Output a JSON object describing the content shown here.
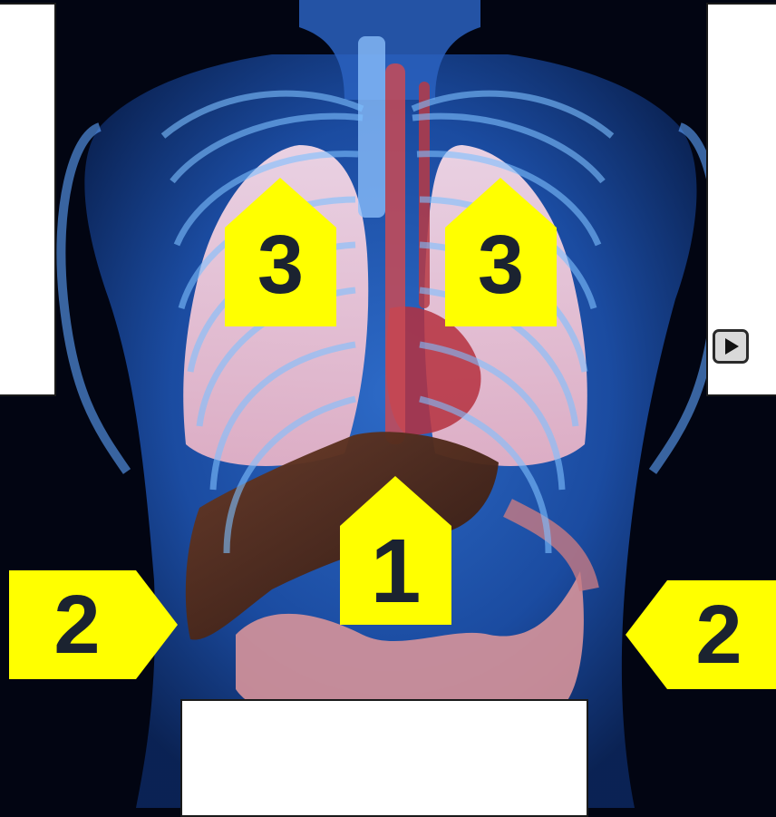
{
  "colors": {
    "background": "#020512",
    "marker_fill": "#ffff00",
    "marker_text": "#1b2330",
    "answer_box": "#ffffff"
  },
  "markers": {
    "lung_left_label": "3",
    "lung_right_label": "3",
    "diaphragm_label": "1",
    "ribs_left_label": "2",
    "ribs_right_label": "2"
  },
  "answer_boxes": {
    "top_left": "",
    "top_right": "",
    "bottom": ""
  },
  "controls": {
    "play_icon": "play-icon"
  }
}
